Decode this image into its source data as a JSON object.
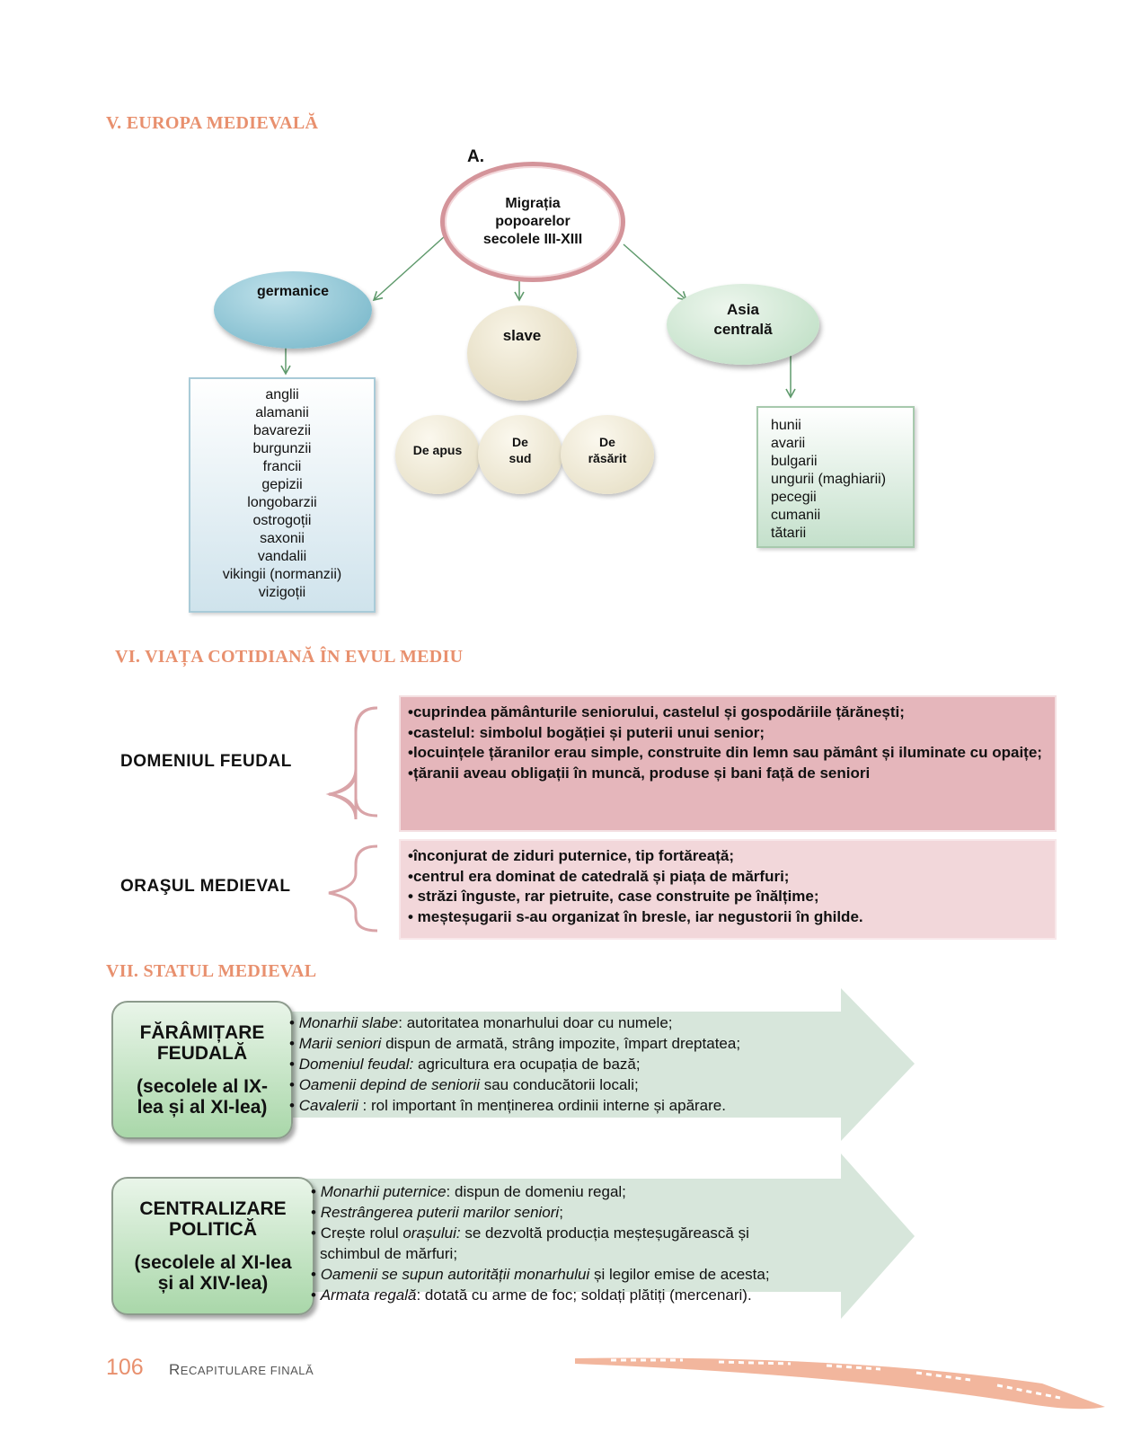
{
  "sections": {
    "v_title": "V. EUROPA MEDIEVALĂ",
    "vi_title": "VI. VIAȚA COTIDIANĂ ÎN EVUL MEDIU",
    "vii_title": "VII. STATUL MEDIEVAL"
  },
  "diagram_a": {
    "label": "A.",
    "center": "Migrația popoarelor secolele III-XIII",
    "germanice": {
      "title": "germanice",
      "items": [
        "anglii",
        "alamanii",
        "bavarezii",
        "burgunzii",
        "francii",
        "gepizii",
        "longobarzii",
        "ostrogoții",
        "saxonii",
        "vandalii",
        "vikingii (normanzii)",
        "vizigoții"
      ]
    },
    "slave": {
      "title": "slave",
      "groups": [
        "De apus",
        "De sud",
        "De răsărit"
      ]
    },
    "asia": {
      "title": "Asia centrală",
      "items": [
        "hunii",
        "avarii",
        "bulgarii",
        "ungurii (maghiarii)",
        "pecegii",
        "cumanii",
        "tătarii"
      ]
    }
  },
  "viata": {
    "domeniul": {
      "label": "DOMENIUL  FEUDAL",
      "items": [
        "•cuprindea pământurile seniorului, castelul și gospodăriile țărănești;",
        "•castelul:  simbolul bogăției și puterii unui senior;",
        "•locuințele țăranilor erau simple, construite din lemn sau pământ și iluminate cu opaițe;",
        "•țăranii aveau obligații în muncă, produse și bani față de seniori"
      ]
    },
    "orasul": {
      "label": "ORAŞUL  MEDIEVAL",
      "items": [
        "•înconjurat de ziduri puternice, tip fortăreață;",
        "•centrul era dominat de catedrală și piața de mărfuri;",
        "• străzi înguste, rar pietruite, case construite pe înălțime;",
        "• meșteșugarii s-au organizat în bresle, iar negustorii în ghilde."
      ]
    }
  },
  "statul": {
    "faramitare": {
      "title": "FĂRÂMIȚARE FEUDALĂ",
      "period": "(secolele al IX-lea și al XI-lea)",
      "items": [
        {
          "term": "Monarhii slabe",
          "sep": ": ",
          "text": "autoritatea monarhului  doar cu numele;"
        },
        {
          "term": "Marii seniori",
          "sep": " ",
          "text": "dispun de armată,  strâng impozite, împart dreptatea;"
        },
        {
          "term": "Domeniul feudal:",
          "sep": " ",
          "text": "agricultura era ocupația de bază;"
        },
        {
          "term": "Oamenii depind de seniorii",
          "sep": "  ",
          "text": "sau conducătorii locali;"
        },
        {
          "term": "Cavalerii",
          "sep": " : ",
          "text": "rol important în menținerea ordinii interne și apărare."
        }
      ]
    },
    "centralizare": {
      "title": "CENTRALIZARE POLITICĂ",
      "period": "(secolele al XI-lea și al XIV-lea)",
      "items": [
        {
          "pre": "",
          "term": "Monarhii puternice",
          "text": ": dispun de domeniu regal;"
        },
        {
          "pre": "",
          "term": "Restrângerea puterii marilor seniori",
          "text": ";"
        },
        {
          "pre": "Crește rolul ",
          "term": "orașului:",
          "text": " se dezvoltă producția meșteșugărească  și"
        },
        {
          "pre": "",
          "term": "Oamenii se supun autorității monarhului",
          "text": " și legilor emise de acesta;"
        },
        {
          "pre": "",
          "term": "Armata regală",
          "text": ": dotată cu arme de foc; soldați plătiți (mercenari)."
        }
      ],
      "continuation": "schimbul de mărfuri;"
    }
  },
  "footer": {
    "page_number": "106",
    "label_first": "R",
    "label_rest": "ECAPITULARE FINALĂ"
  },
  "colors": {
    "accent": "#e8906e",
    "pink_dark": "#e5b6bb",
    "pink_light": "#f2d7da",
    "green_arrow": "#d7e6db"
  }
}
